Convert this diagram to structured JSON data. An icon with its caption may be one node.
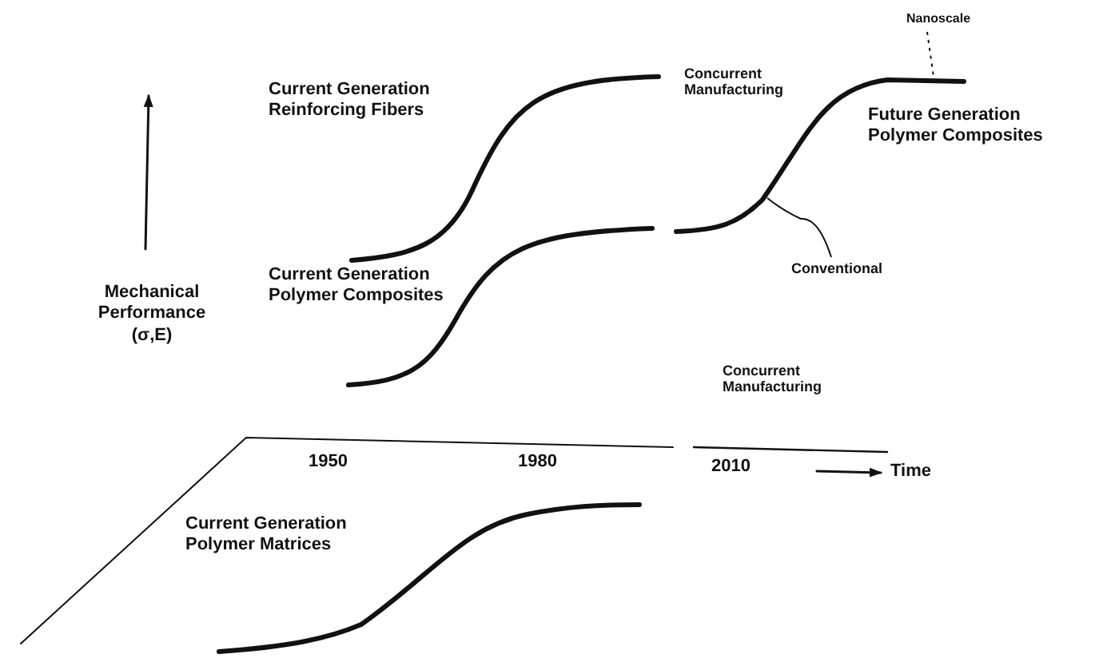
{
  "diagram": {
    "nodes": [
      {
        "text": [
          "Nanoscale"
        ]
      },
      {
        "text": [
          "Conventional"
        ]
      },
      {
        "text": [],
        "shape": "curve"
      }
    ],
    "edges": [
      {
        "from": 0,
        "to": 2,
        "arrow": "none",
        "style": "dashed"
      },
      {
        "from": 1,
        "to": 2,
        "arrow": "none"
      }
    ],
    "labels": [
      "Current Generation Reinforcing Fibers",
      "Concurrent Manufacturing",
      "Future Generation Polymer Composites",
      "Mechanical Performance",
      "(σ,E)",
      "Current Generation Polymer Composites",
      "Concurrent Manufacturing",
      "1950",
      "1980",
      "2010",
      "Time",
      "Current Generation Polymer Matrices"
    ]
  }
}
